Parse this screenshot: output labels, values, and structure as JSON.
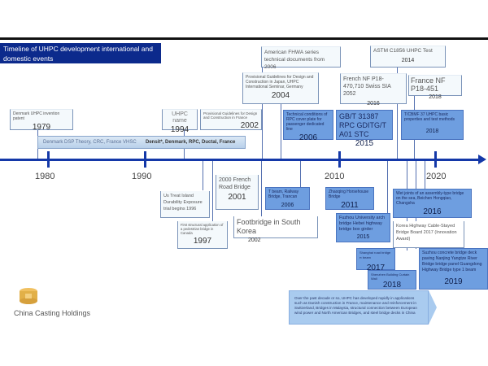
{
  "title": "Timeline of UHPC development international and domestic events",
  "axis_years": [
    "1980",
    "1990",
    "2010",
    "2020"
  ],
  "above": [
    {
      "text": "Denmark UHPC invention patent",
      "year": "1979"
    },
    {
      "text": "UHPC name",
      "year": "1994"
    },
    {
      "text": "Provisional Guidelines for Design and Construction in France",
      "year": "2002"
    },
    {
      "text": "Provisional Guidelines for Design and Construction in Japan, UHPC International Seminar, Germany",
      "year": "2004"
    },
    {
      "text": "American FHWA series technical documents from 2006",
      "year": ""
    },
    {
      "text": "Technical conditions of RPC cover plate for passenger dedicated line",
      "year": "2006"
    },
    {
      "text": "GB/T 31387 RPC GDITG/T A01 STC",
      "year": "2015"
    },
    {
      "text": "ASTM C1856 UHPC Test",
      "year": "2014"
    },
    {
      "text": "French NF P18-470,710 Swiss SIA 2052",
      "year": "2016"
    },
    {
      "text": "France NF P18-451",
      "year": "2018"
    },
    {
      "text": "T/CBMF 37 UHPC basic properties and test methods",
      "year": "2018"
    }
  ],
  "band": {
    "left": "Denmark DSP Theory, CRC, France VHSC",
    "right": "Densit*, Denmark, RPC, Ductal, France"
  },
  "below": [
    {
      "text": "Us Treat Island Durability Exposure trial begins 1996",
      "year": ""
    },
    {
      "text": "2000 French Road Bridge",
      "year": "2001"
    },
    {
      "text": "First structural application of a pedestrian bridge in Canada",
      "year": "1997"
    },
    {
      "text": "Footbridge in South Korea",
      "year": "2002"
    },
    {
      "text": "T beam, Railway Bridge, Trancan",
      "year": "2006"
    },
    {
      "text": "Zhaoqing Horsehouse Bridge",
      "year": "2011"
    },
    {
      "text": "Fuzhou University arch bridge Hebei highway bridge box girder",
      "year": "2015"
    },
    {
      "text": "Wet joints of an assembly-type bridge on the sea, Beichen Hongqiao, Changsha",
      "year": "2016"
    },
    {
      "text": "Korea Highway Cable-Stayed Bridge Board 2017 (Innovation Award)",
      "year": ""
    },
    {
      "text": "Shanghai road bridge π beam",
      "year": "2017"
    },
    {
      "text": "Shenzhen Building Curtain Wall",
      "year": "2018"
    },
    {
      "text": "Suzhou concrete bridge deck paving Nanjing Yangtze River Bridge bridge panel Guangdong Highway Bridge type 1 beam",
      "year": "2019"
    }
  ],
  "summary": "Over the past decade or so, UHPC has developed rapidly in applications such as Danish construction in France, maintenance and reinforcement in Switzerland, Bridges in Malaysia, structural connection between European wind power and North American Bridges, and steel bridge decks in China",
  "logo_text": "China Casting Holdings",
  "colors": {
    "navy": "#0c2a8c",
    "axis": "#1438a8",
    "box_blue": "#6e9ee0"
  }
}
